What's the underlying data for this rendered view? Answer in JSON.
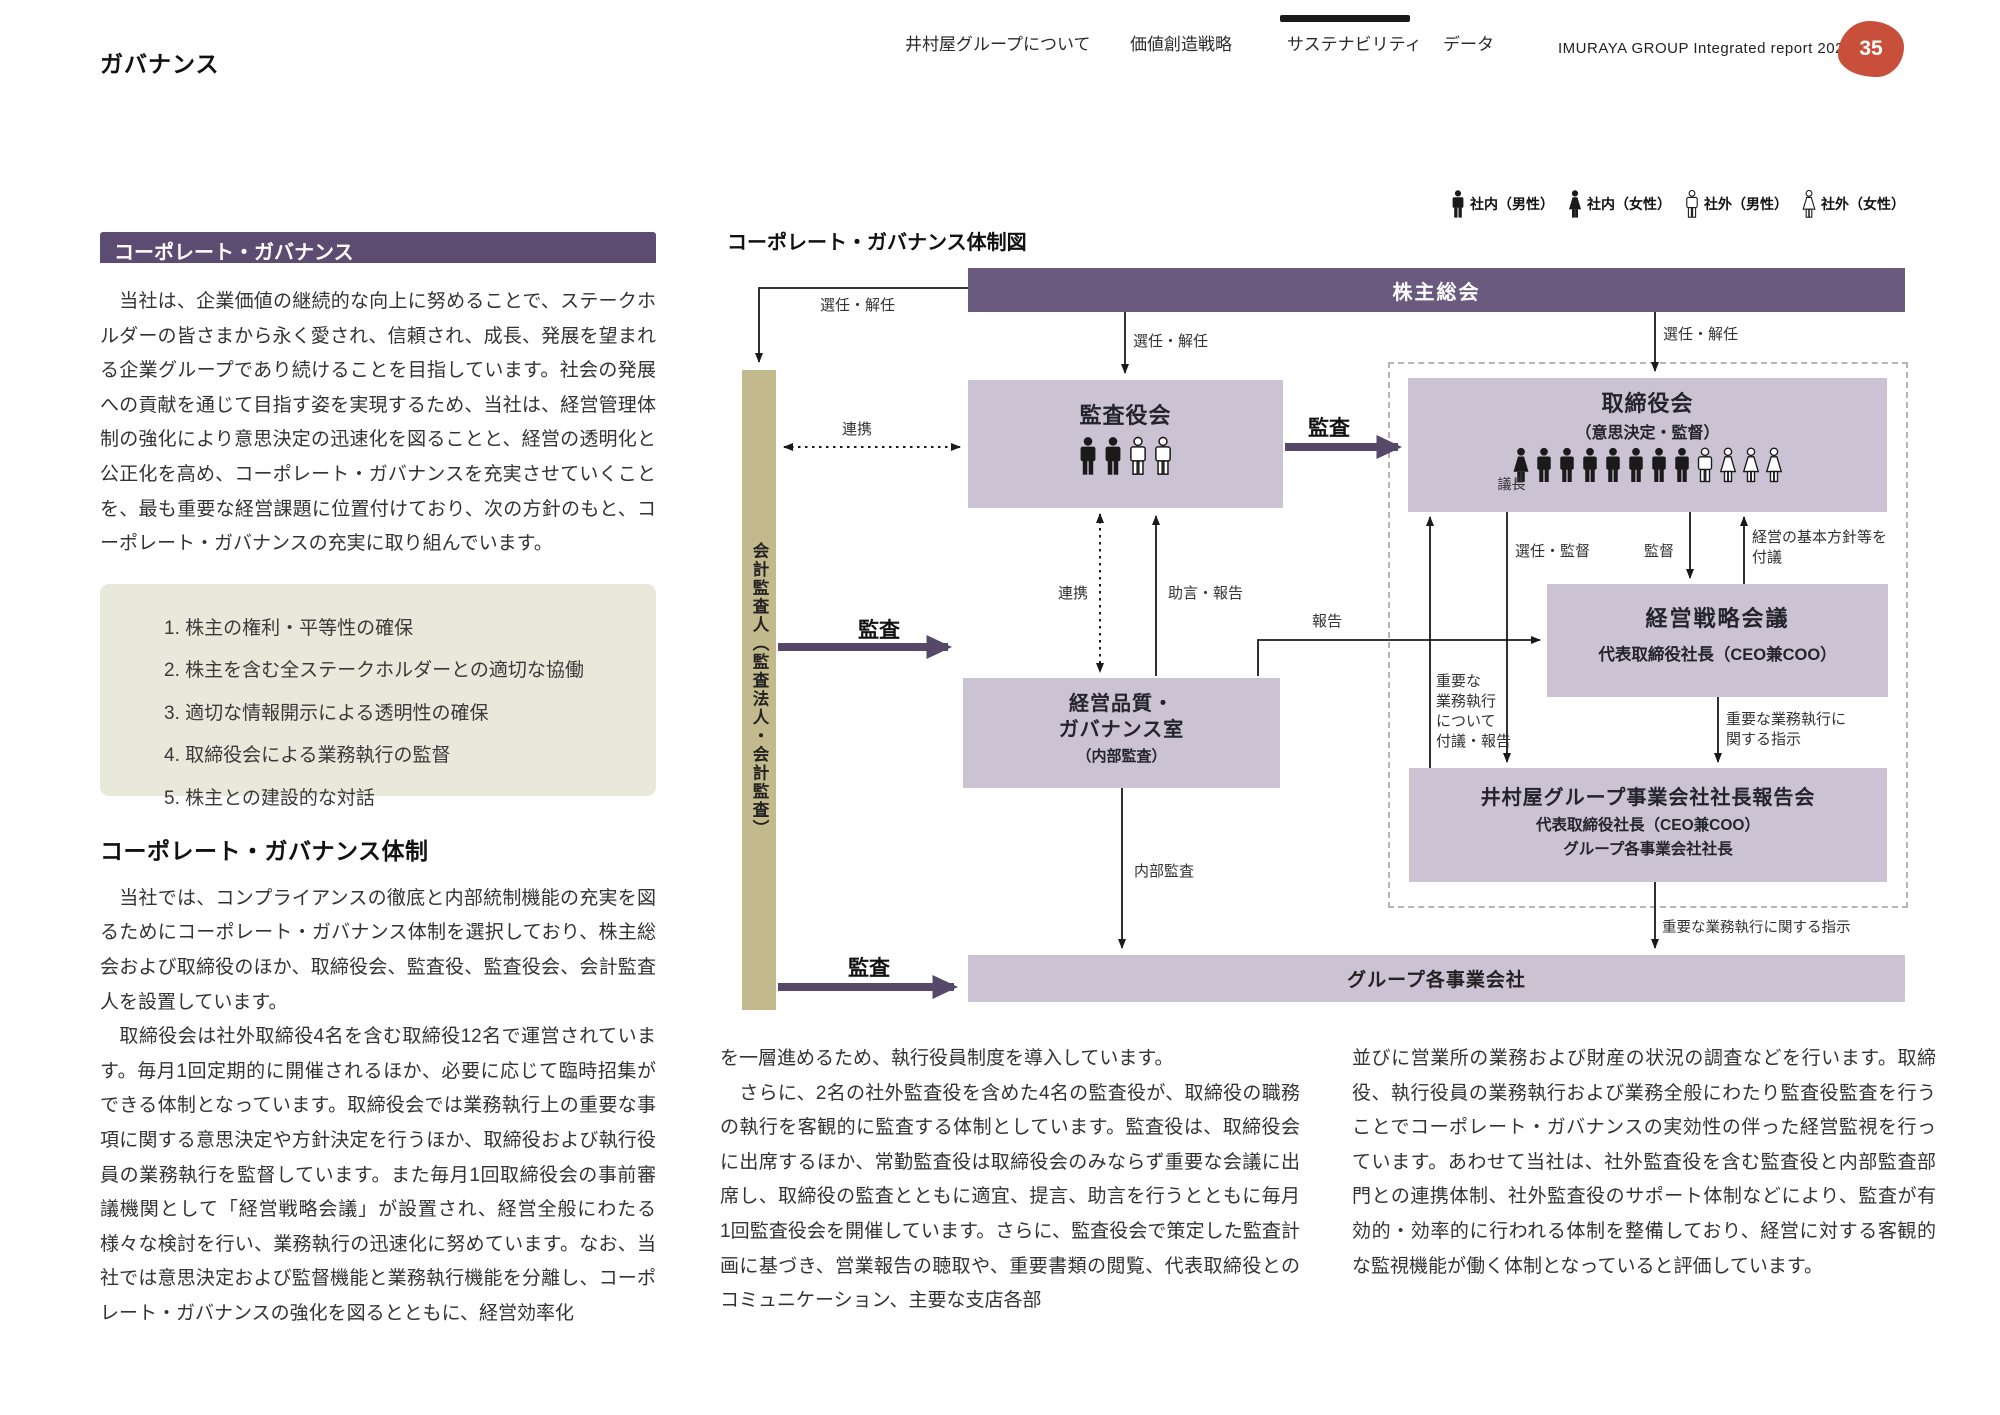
{
  "header": {
    "page_title": "ガバナンス",
    "nav": [
      {
        "label": "井村屋グループについて",
        "active": false
      },
      {
        "label": "価値創造戦略",
        "active": false
      },
      {
        "label": "サステナビリティ",
        "active": true
      },
      {
        "label": "データ",
        "active": false
      }
    ],
    "report_title": "IMURAYA GROUP Integrated report 2025",
    "page_number": "35"
  },
  "left_column": {
    "section1_title": "コーポレート・ガバナンス",
    "para1": "　当社は、企業価値の継続的な向上に努めることで、ステークホルダーの皆さまから永く愛され、信頼され、成長、発展を望まれる企業グループであり続けることを目指しています。社会の発展への貢献を通じて目指す姿を実現するため、当社は、経営管理体制の強化により意思決定の迅速化を図ることと、経営の透明化と公正化を高め、コーポレート・ガバナンスを充実させていくことを、最も重要な経営課題に位置付けており、次の方針のもと、コーポレート・ガバナンスの充実に取り組んでいます。",
    "principles": [
      "1. 株主の権利・平等性の確保",
      "2. 株主を含む全ステークホルダーとの適切な協働",
      "3. 適切な情報開示による透明性の確保",
      "4. 取締役会による業務執行の監督",
      "5. 株主との建設的な対話"
    ],
    "section2_title": "コーポレート・ガバナンス体制",
    "para2a": "　当社では、コンプライアンスの徹底と内部統制機能の充実を図るためにコーポレート・ガバナンス体制を選択しており、株主総会および取締役のほか、取締役会、監査役、監査役会、会計監査人を設置しています。",
    "para2b": "　取締役会は社外取締役4名を含む取締役12名で運営されています。毎月1回定期的に開催されるほか、必要に応じて臨時招集ができる体制となっています。取締役会では業務執行上の重要な事項に関する意思決定や方針決定を行うほか、取締役および執行役員の業務執行を監督しています。また毎月1回取締役会の事前審議機関として「経営戦略会議」が設置され、経営全般にわたる様々な検討を行い、業務執行の迅速化に努めています。なお、当社では意思決定および監督機能と業務執行機能を分離し、コーポレート・ガバナンスの強化を図るとともに、経営効率化"
  },
  "bottom_columns": {
    "middle_para1": "を一層進めるため、執行役員制度を導入しています。",
    "middle_para2": "　さらに、2名の社外監査役を含めた4名の監査役が、取締役の職務の執行を客観的に監査する体制としています。監査役は、取締役会に出席するほか、常勤監査役は取締役会のみならず重要な会議に出席し、取締役の監査とともに適宜、提言、助言を行うとともに毎月1回監査役会を開催しています。さらに、監査役会で策定した監査計画に基づき、営業報告の聴取や、重要書類の閲覧、代表取締役とのコミュニケーション、主要な支店各部",
    "right_para": "並びに営業所の業務および財産の状況の調査などを行います。取締役、執行役員の業務執行および業務全般にわたり監査役監査を行うことでコーポレート・ガバナンスの実効性の伴った経営監視を行っています。あわせて当社は、社外監査役を含む監査役と内部監査部門との連携体制、社外監査役のサポート体制などにより、監査が有効的・効率的に行われる体制を整備しており、経営に対する客観的な監視機能が働く体制となっていると評価しています。"
  },
  "diagram": {
    "title": "コーポレート・ガバナンス体制図",
    "legend": [
      {
        "icon": "internal-male",
        "label": "社内（男性）"
      },
      {
        "icon": "internal-female",
        "label": "社内（女性）"
      },
      {
        "icon": "external-male",
        "label": "社外（男性）"
      },
      {
        "icon": "external-female",
        "label": "社外（女性）"
      }
    ],
    "nodes": {
      "shareholders": "株主総会",
      "accounting_auditor": "会計監査人（監査法人・会計監査）",
      "audit_board": {
        "title": "監査役会",
        "icons": [
          "internal-male",
          "internal-male",
          "external-male",
          "external-male"
        ]
      },
      "board": {
        "title": "取締役会",
        "subtitle": "（意思決定・監督）",
        "chair_label": "議長",
        "icons": [
          "internal-female",
          "internal-male",
          "internal-male",
          "internal-male",
          "internal-male",
          "internal-male",
          "internal-male",
          "internal-male",
          "external-male",
          "external-female",
          "external-female",
          "external-female"
        ]
      },
      "strategy": {
        "title": "経営戦略会議",
        "subtitle": "代表取締役社長（CEO兼COO）"
      },
      "presidents_meeting": {
        "title": "井村屋グループ事業会社社長報告会",
        "line1": "代表取締役社長（CEO兼COO）",
        "line2": "グループ各事業会社社長"
      },
      "quality_office": {
        "title": "経営品質・\nガバナンス室",
        "subtitle": "（内部監査）"
      },
      "group_companies": "グループ各事業会社"
    },
    "labels": {
      "appoint_dismiss_auditor": "選任・解任",
      "appoint_dismiss_audit_board": "選任・解任",
      "appoint_dismiss_board": "選任・解任",
      "cooperation_left": "連携",
      "cooperation_mid": "連携",
      "audit_left": "監査",
      "audit_bottom": "監査",
      "audit_mid": "監査",
      "advice_report": "助言・報告",
      "report": "報告",
      "internal_audit": "内部監査",
      "appoint_supervise": "選任・監督",
      "supervise": "監督",
      "basic_policy": "経営の基本方針等を\n付議",
      "important_exec_consult": "重要な\n業務執行\nについて\n付議・報告",
      "important_exec_instruct_strategy": "重要な業務執行に\n関する指示",
      "important_exec_instruct_group": "重要な業務執行に関する指示"
    }
  },
  "colors": {
    "c-header-purple": "#5d4c72",
    "c-bar-purple": "#6a5a7d",
    "c-box-purple": "#cbc3d4",
    "c-tan": "#c2b98c",
    "c-arrow-purple": "#564868",
    "c-list-bg": "#e9e9db",
    "c-red": "#c84f3a"
  }
}
